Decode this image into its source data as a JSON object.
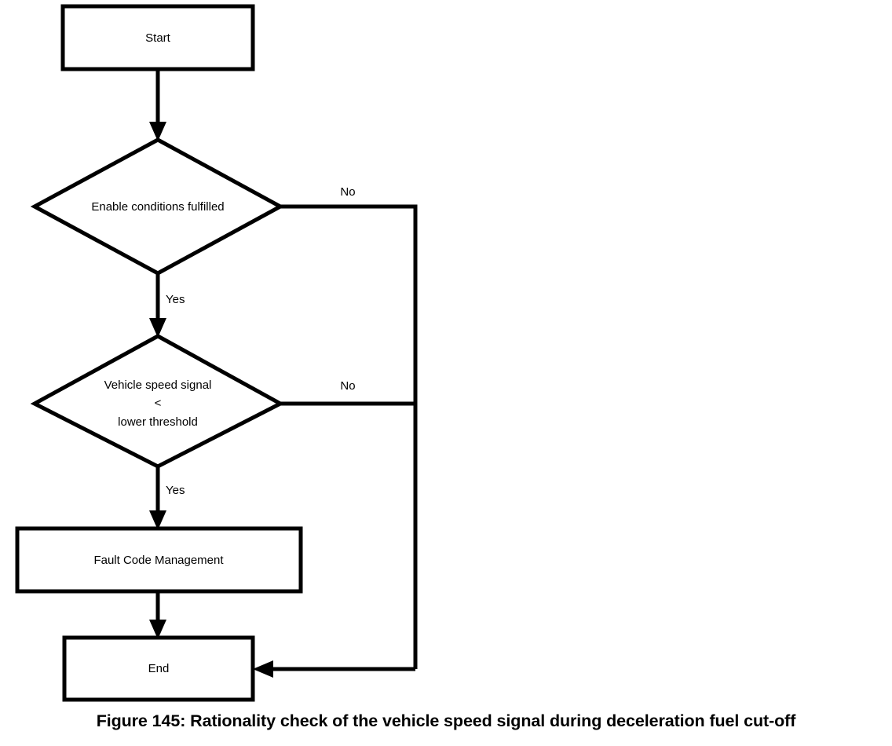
{
  "figure": {
    "caption": "Figure 145: Rationality check of the vehicle speed signal during deceleration fuel cut-off",
    "background_color": "#ffffff",
    "line_color": "#000000"
  },
  "diagram": {
    "type": "flowchart",
    "nodes": {
      "start": {
        "shape": "rectangle",
        "label": "Start"
      },
      "decision_enable": {
        "shape": "diamond",
        "label": "Enable conditions fulfilled"
      },
      "decision_speed": {
        "shape": "diamond",
        "label_line1": "Vehicle speed signal",
        "label_line2": "<",
        "label_line3": "lower threshold"
      },
      "fault_code": {
        "shape": "rectangle",
        "label": "Fault Code Management"
      },
      "end": {
        "shape": "rectangle",
        "label": "End"
      }
    },
    "edge_labels": {
      "enable_no": "No",
      "enable_yes": "Yes",
      "speed_no": "No",
      "speed_yes": "Yes"
    }
  }
}
